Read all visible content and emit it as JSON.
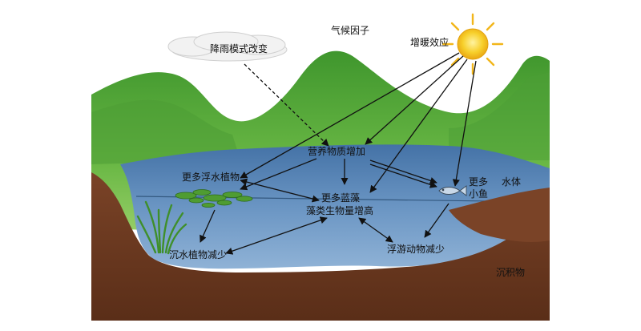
{
  "labels": {
    "climate_factors": "气候因子",
    "greenhouse_effect": "增暖效应",
    "rainfall_change": "降雨模式改变",
    "more_nutrients": "营养物质增加",
    "more_floating_plants": "更多浮水植物",
    "more_cyanobacteria": "更多蓝藻",
    "algal_biomass": "藻类生物量增高",
    "more_small_fish_1": "更多",
    "more_small_fish_2": "小鱼",
    "water_body": "水体",
    "less_submerged_plants": "沉水植物减少",
    "less_zooplankton": "浮游动物减少",
    "sediment": "沉积物"
  },
  "icons": {
    "sun": "sun-icon",
    "cloud": "cloud-icon",
    "fish": "fish-icon",
    "grass": "submerged-grass-icon",
    "lily_pads": "floating-plant-icon"
  },
  "colors": {
    "hills": "#5aa83a",
    "hills_dark": "#3e8a2a",
    "water": "#4f7fae",
    "water_light": "#6c97c2",
    "soil": "#6b3a22",
    "soil_dark": "#4e2815",
    "sun": "#f4c21a",
    "arrow": "#111111"
  }
}
